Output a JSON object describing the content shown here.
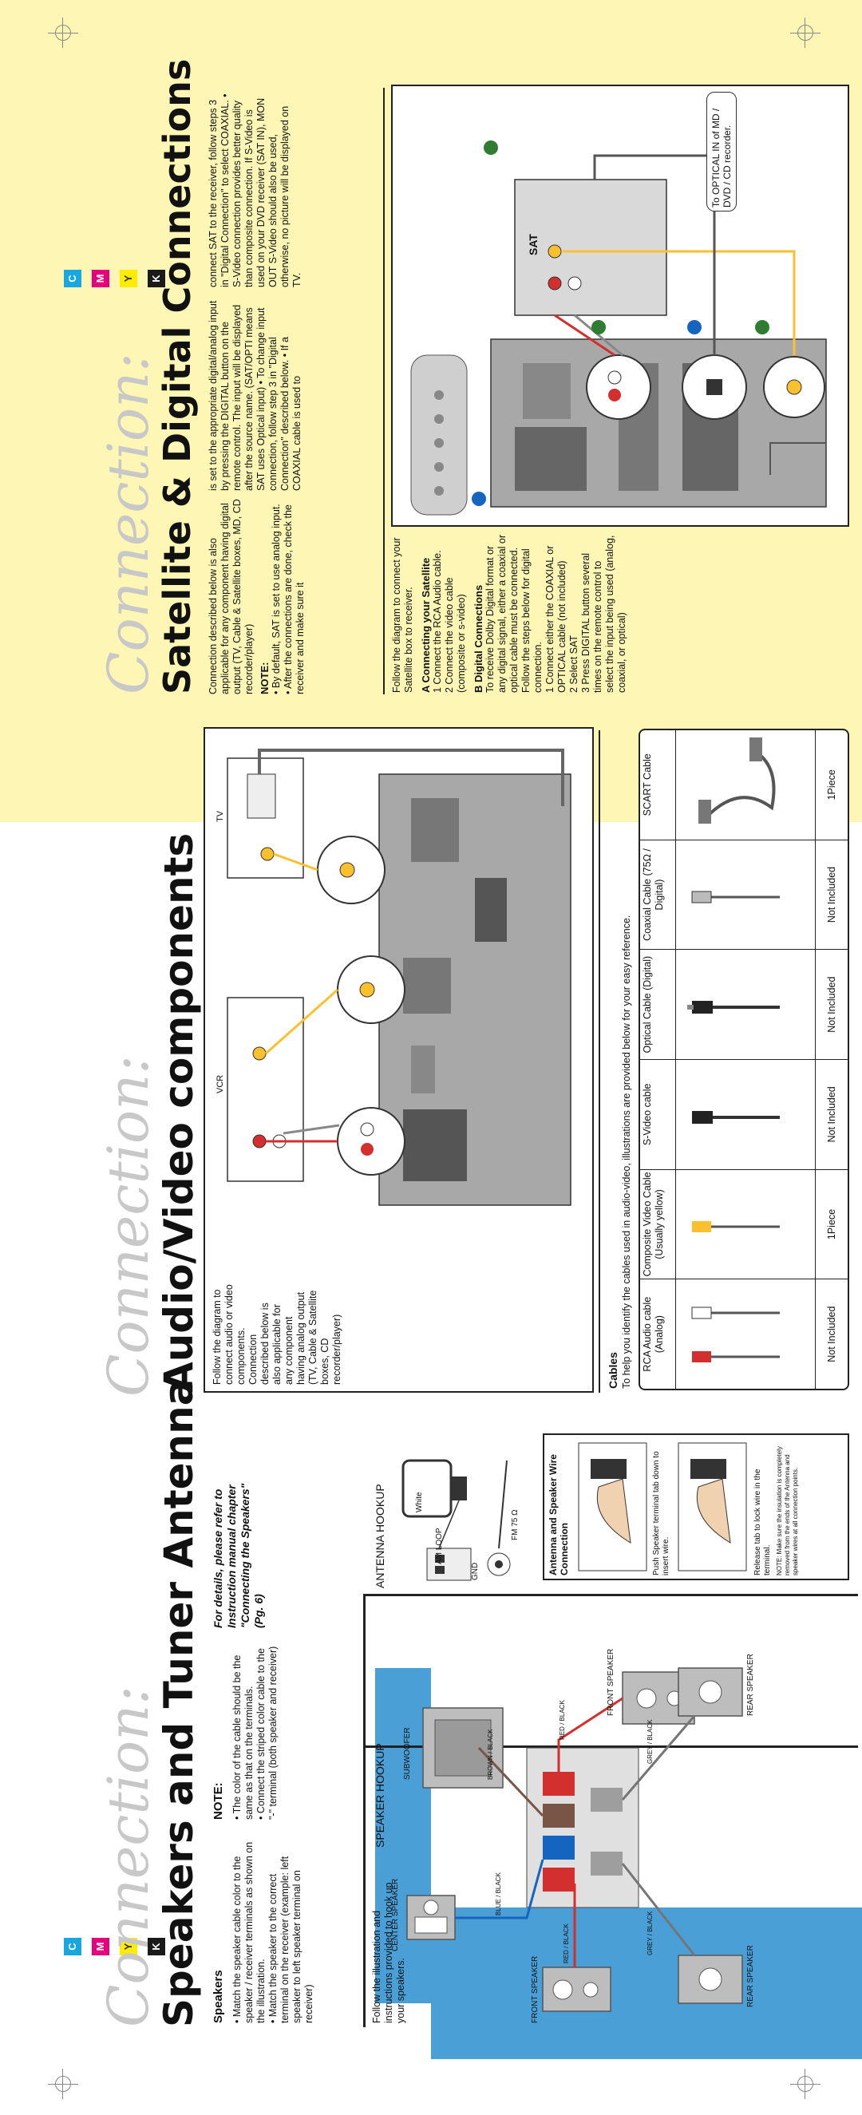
{
  "marks": {
    "cmyk": [
      "C",
      "M",
      "Y",
      "K"
    ],
    "colors": {
      "c": "#19a7df",
      "m": "#e6007e",
      "y": "#ffec00",
      "k": "#1a1a1a",
      "blue_band": "#4a9fd6",
      "yellow_band": "#fdf6b4"
    }
  },
  "speakers_section": {
    "script_title": "Connection:",
    "title": "Speakers and Tuner Antenna",
    "speakers_heading": "Speakers",
    "speakers_bullets": [
      "• Match the speaker cable color to the speaker / receiver terminals as shown on the illustration.",
      "• Match the speaker to the correct terminal on the receiver (example: left speaker to left speaker terminal on receiver)"
    ],
    "note_heading": "NOTE:",
    "note_bullets": [
      "• The color of the cable should be the same as that on the terminals.",
      "• Connect the striped color cable to the \"-\" terminal (both speaker and receiver)"
    ],
    "details": "For details, please refer to Instruction manual chapter \"Connecting the Speakers\" (Pg. 6)",
    "intro": "Follow the illustration and instructions provided to hook up your speakers.",
    "speaker_hookup": "SPEAKER HOOKUP",
    "antenna_hookup": "ANTENNA HOOKUP",
    "speaker_labels": {
      "center": "CENTER SPEAKER",
      "front_l": "FRONT SPEAKER",
      "front_r": "FRONT SPEAKER",
      "sub": "SUBWOOFER",
      "rear_l": "REAR SPEAKER",
      "rear_r": "REAR SPEAKER"
    },
    "wire_labels": {
      "blue": "BLUE / BLACK",
      "red_l": "RED / BLACK",
      "red_r": "RED / BLACK",
      "brown": "BROWN / BLACK",
      "grey_l": "GREY / BLACK",
      "grey_r": "GREY / BLACK"
    },
    "antenna_labels": {
      "white": "White",
      "am": "AM LOOP",
      "gnd": "GND",
      "fm": "FM 75 Ω"
    },
    "wire_box_title": "Antenna and Speaker Wire Connection",
    "wire_step1": "Push Speaker terminal tab down to insert wire.",
    "wire_step2": "Release tab to lock wire in the terminal.",
    "wire_note": "NOTE: Make sure the insulation is completely removed from the ends of the Antenna and speaker wires at all connection points."
  },
  "av_section": {
    "script_title": "Connection:",
    "title": "Audio/Video components",
    "intro": "Follow the diagram to connect audio or video components.",
    "desc": "Connection described below is also applicable for any component having analog output (TV, Cable & Satellite boxes, CD recorder/player)",
    "vcr": "VCR",
    "tv": "TV",
    "cables_heading": "Cables",
    "cables_intro": "To help you identify the cables used in audio-video, illustrations are provided below for your easy reference.",
    "cables": [
      {
        "name": "RCA Audio cable (Analog)",
        "qty": "Not Included"
      },
      {
        "name": "Composite Video Cable (Usually yellow)",
        "qty": "1Piece"
      },
      {
        "name": "S-Video cable",
        "qty": "Not Included"
      },
      {
        "name": "Optical Cable (Digital)",
        "qty": "Not Included"
      },
      {
        "name": "Coaxial Cable (75Ω / Digital)",
        "qty": "Not Included"
      },
      {
        "name": "SCART Cable",
        "qty": "1Piece"
      }
    ]
  },
  "sat_section": {
    "script_title": "Connection:",
    "title": "Satellite & Digital Connections",
    "col1": "Connection described below is also applicable for any component having digital output (TV, Cable & Satellite boxes, MD, CD recorder/player)",
    "note_heading": "NOTE:",
    "col1_notes": "• By default, SAT is set to use analog input. • After the connections are done, check the receiver and make sure it",
    "col2": "is set to the appropriate digital/analog input by pressing the DIGITAL button on the remote control. The input will be displayed after the source name. (SAT/OPTI means SAT uses Optical input) • To change input connection, follow step 3 in \"Digital Connection\" described below. • If a COAXIAL cable is used to",
    "col3": "connect SAT to the receiver, follow steps 3 in \"Digital Connection\" to select COAXIAL. • S-Video connection provides better quality than composite connection. If S-Video is used on your DVD receiver (SAT IN), MON OUT S-Video should also be used, otherwise, no picture will be displayed on TV.",
    "steps_intro": "Follow the diagram to connect your Satellite box to receiver.",
    "a_heading": "A Connecting your Satellite",
    "a1": "1 Connect the RCA Audio cable.",
    "a2": "2 Connect the video cable (composite or s-video)",
    "b_heading": "B Digital Connections",
    "b_desc": "To receive Dolby Digital format or any digital signal, either a coaxial or optical cable must be connected. Follow the steps below for digital connection.",
    "b1": "1 Connect either the COAXIAL or OPTICAL cable (not included)",
    "b2": "2 Select SAT",
    "b3": "3 Press DIGITAL button several times on the remote control to select the input being used (analog, coaxial, or optical)",
    "sat_label": "SAT",
    "optical_label": "To OPTICAL IN of MD / DVD / CD recorder."
  }
}
